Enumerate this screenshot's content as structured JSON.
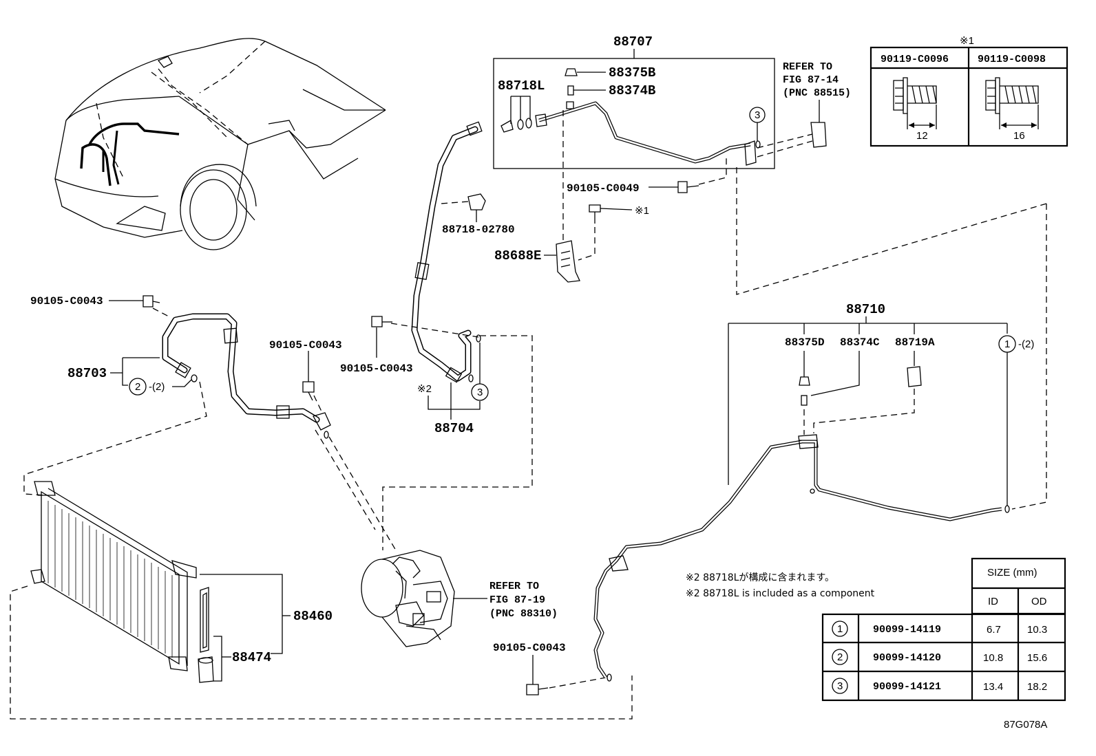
{
  "parts": {
    "p88707": "88707",
    "p88375B": "88375B",
    "p88374B": "88374B",
    "p88718L": "88718L",
    "p88718_02780": "88718-02780",
    "p88688E": "88688E",
    "p90105_C0049": "90105-C0049",
    "p88710": "88710",
    "p88375D": "88375D",
    "p88374C": "88374C",
    "p88719A": "88719A",
    "p88703": "88703",
    "p88704": "88704",
    "p88460": "88460",
    "p88474": "88474",
    "p90105_C0043_a": "90105-C0043",
    "p90105_C0043_b": "90105-C0043",
    "p90105_C0043_c": "90105-C0043",
    "p90105_C0043_d": "90105-C0043"
  },
  "refs": {
    "ref_top": [
      "REFER TO",
      "FIG 87-14",
      "(PNC 88515)"
    ],
    "ref_comp": [
      "REFER TO",
      "FIG 87-19",
      "(PNC 88310)"
    ]
  },
  "marks": {
    "star1": "※1",
    "star2": "※2",
    "c1": "1",
    "c2": "2",
    "c3": "3",
    "qty2": "-(2)"
  },
  "bolt_table": {
    "title": "※1",
    "col1": "90119-C0096",
    "col2": "90119-C0098",
    "len1": "12",
    "len2": "16"
  },
  "notes": {
    "jp": "※2 88718Lが構成に含まれます。",
    "en": "※2 88718L is included as a component"
  },
  "oring_table": {
    "header": "SIZE (mm)",
    "col_id": "ID",
    "col_od": "OD",
    "rows": [
      {
        "mark": "1",
        "part": "90099-14119",
        "id": "6.7",
        "od": "10.3"
      },
      {
        "mark": "2",
        "part": "90099-14120",
        "id": "10.8",
        "od": "15.6"
      },
      {
        "mark": "3",
        "part": "90099-14121",
        "id": "13.4",
        "od": "18.2"
      }
    ]
  },
  "figure_id": "87G078A"
}
